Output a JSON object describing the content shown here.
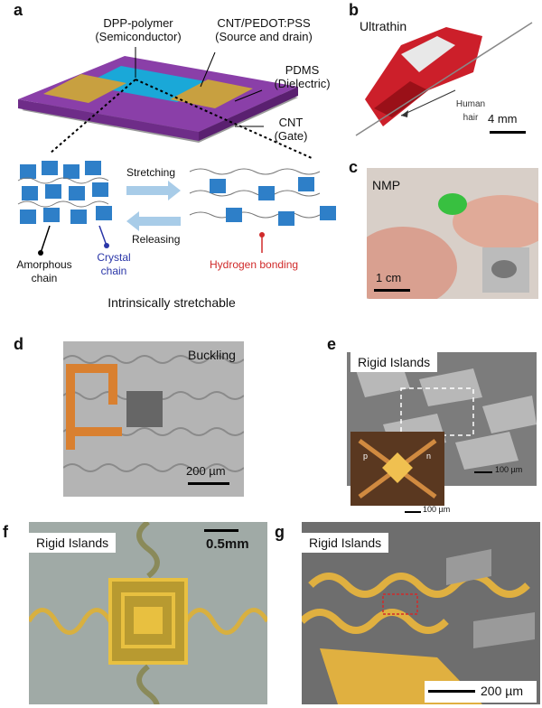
{
  "panels": {
    "a": {
      "label": "a",
      "semiconductor": [
        "DPP-polymer",
        "(Semiconductor)"
      ],
      "source_drain": [
        "CNT/PEDOT:PSS",
        "(Source and drain)"
      ],
      "dielectric": [
        "PDMS",
        "(Dielectric)"
      ],
      "gate": [
        "CNT",
        "(Gate)"
      ],
      "stretching": "Stretching",
      "releasing": "Releasing",
      "amorphous": [
        "Amorphous",
        "chain"
      ],
      "crystal": [
        "Crystal",
        "chain"
      ],
      "hydrogen": "Hydrogen bonding",
      "caption": "Intrinsically stretchable"
    },
    "b": {
      "label": "b",
      "title": "Ultrathin",
      "hair": [
        "Human",
        "hair"
      ],
      "scale": "4 mm"
    },
    "c": {
      "label": "c",
      "title": "NMP",
      "scale": "1 cm"
    },
    "d": {
      "label": "d",
      "title": "Buckling",
      "scale": "200 µm"
    },
    "e": {
      "label": "e",
      "title": "Rigid Islands",
      "scale": "100 µm",
      "inset_scale": "100 µm",
      "inset_p": "p",
      "inset_n": "n"
    },
    "f": {
      "label": "f",
      "title": "Rigid Islands",
      "scale": "0.5mm"
    },
    "g": {
      "label": "g",
      "title": "Rigid Islands",
      "scale": "200 µm"
    }
  },
  "colors": {
    "dielectric": "#8a3fa8",
    "semiconductor": "#1aa8d8",
    "electrode": "#c8a040",
    "crystal_label": "#2a36a8",
    "hydrogen_label": "#d02a2a",
    "film": "#cc1f2a",
    "gold": "#e0b040"
  }
}
